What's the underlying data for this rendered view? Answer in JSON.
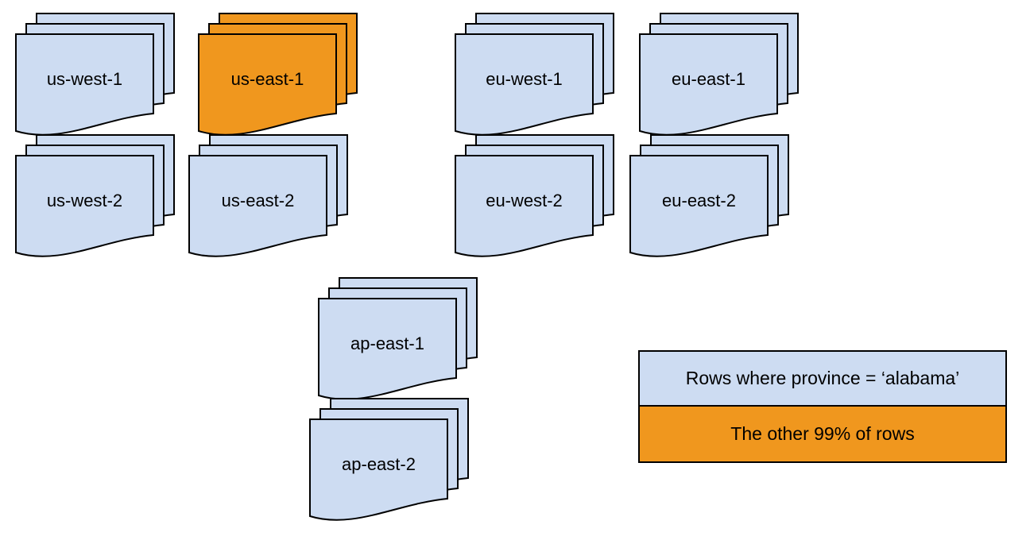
{
  "colors": {
    "canvas_bg": "#FFFFFF",
    "page_blue": "#CDDCF2",
    "page_orange": "#F0971E",
    "outline": "#000000",
    "text_color": "#000000"
  },
  "stacks": [
    {
      "label": "us-west-1",
      "color": "blue"
    },
    {
      "label": "us-east-1",
      "color": "orange"
    },
    {
      "label": "eu-west-1",
      "color": "blue"
    },
    {
      "label": "eu-east-1",
      "color": "blue"
    },
    {
      "label": "us-west-2",
      "color": "blue"
    },
    {
      "label": "us-east-2",
      "color": "blue"
    },
    {
      "label": "eu-west-2",
      "color": "blue"
    },
    {
      "label": "eu-east-2",
      "color": "blue"
    },
    {
      "label": "ap-east-1",
      "color": "blue"
    },
    {
      "label": "ap-east-2",
      "color": "blue"
    }
  ],
  "legend": {
    "items": [
      {
        "label": "Rows where province = ‘alabama’",
        "color": "blue"
      },
      {
        "label": "The other 99% of rows",
        "color": "orange"
      }
    ]
  }
}
